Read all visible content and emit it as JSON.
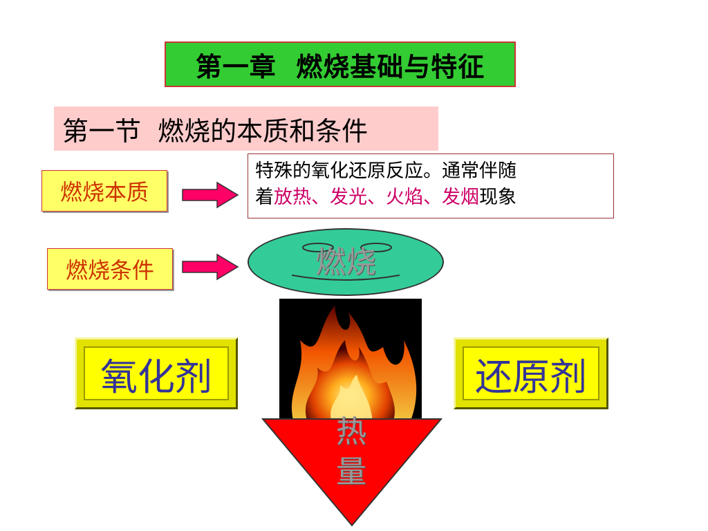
{
  "chapter_title": "第一章  燃烧基础与特征",
  "section_title": "第一节  燃烧的本质和条件",
  "labels": {
    "essence": "燃烧本质",
    "condition": "燃烧条件"
  },
  "definition": {
    "line1": "特殊的氧化还原反应。通常伴随",
    "prefix": "着",
    "h1": "放热",
    "sep1": "、",
    "h2": "发光",
    "sep2": "、",
    "h3": "火焰",
    "sep3": "、",
    "h4": "发烟",
    "suffix": "现象"
  },
  "ellipse_label": "燃烧",
  "oxidizer": "氧化剂",
  "reducer": "还原剂",
  "heat": "热量",
  "colors": {
    "chapter_bg": "#33cc33",
    "section_bg": "#ffcccc",
    "label_bg": "#ffff66",
    "label_text": "#cc3300",
    "highlight": "#cc0066",
    "ellipse_fill": "#33cc99",
    "box_yellow": "#ffff00",
    "box_text": "#333399",
    "triangle": "#ff0000",
    "arrow": "#ff0066"
  }
}
